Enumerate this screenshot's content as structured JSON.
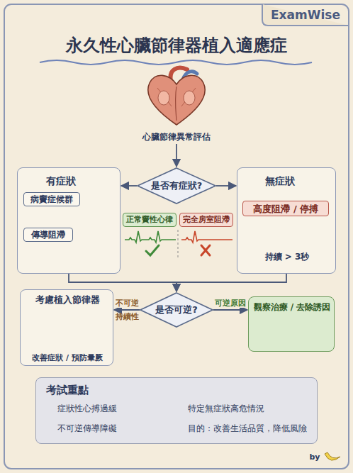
{
  "diagram": {
    "title": "永久性心臟節律器植入適應症",
    "nodes": [
      {
        "text": [
          "心臟節律異常評估"
        ]
      },
      {
        "text": [
          "是否有症狀?"
        ]
      },
      {
        "text": [
          "有症狀"
        ]
      },
      {
        "text": [
          "病竇症候群"
        ],
        "in": 2
      },
      {
        "text": [
          "傳導阻滯"
        ],
        "in": 2
      },
      {
        "text": [
          "無症狀",
          "持續 > 3秒"
        ]
      },
      {
        "text": [
          "高度阻滯 / 停搏"
        ],
        "in": 5
      },
      {
        "text": [
          "正常竇性心律"
        ]
      },
      {
        "text": [
          "完全房室阻滯"
        ]
      },
      {
        "text": [
          "是否可逆?"
        ]
      },
      {
        "text": [
          "考慮植入節律器",
          "改善症狀 / 預防暈厥"
        ]
      },
      {
        "text": [
          "觀察治療 / 去除誘因"
        ]
      },
      {
        "text": [
          "考試重點",
          "症狀性心搏過緩",
          "特定無症狀高危情況",
          "不可逆傳導障礙",
          "目的：改善生活品質，降低風險"
        ]
      }
    ],
    "edges": [
      {
        "from": 0,
        "to": 1,
        "arrow": "to"
      },
      {
        "from": 1,
        "to": 2,
        "arrow": "to"
      },
      {
        "from": 1,
        "to": 5,
        "arrow": "to"
      },
      {
        "from": 2,
        "to": 9,
        "arrow": "to"
      },
      {
        "from": 5,
        "to": 9,
        "arrow": "to"
      },
      {
        "from": 9,
        "to": 10,
        "label": "不可逆",
        "arrow": "to"
      },
      {
        "from": 9,
        "to": 11,
        "label": "可逆原因",
        "arrow": "to"
      }
    ],
    "labels": [
      "ExamWise",
      "持續性",
      "by"
    ]
  }
}
